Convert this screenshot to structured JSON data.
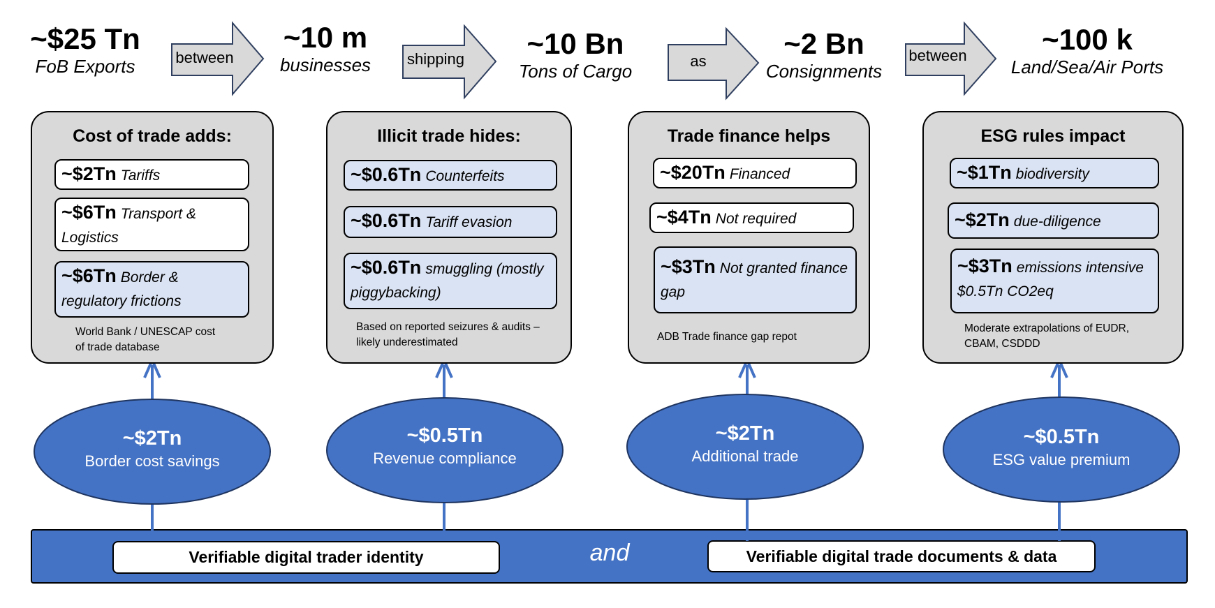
{
  "flow": [
    {
      "value": "~$25 Tn",
      "label": "FoB Exports"
    },
    {
      "value": "~10 m",
      "label": "businesses"
    },
    {
      "value": "~10 Bn",
      "label": "Tons of Cargo"
    },
    {
      "value": "~2 Bn",
      "label": "Consignments"
    },
    {
      "value": "~100 k",
      "label": "Land/Sea/Air Ports"
    }
  ],
  "connectors": [
    "between",
    "shipping",
    "as",
    "between"
  ],
  "panels": [
    {
      "title": "Cost of trade adds:",
      "items": [
        {
          "value": "~$2Tn",
          "text": "Tariffs"
        },
        {
          "value": "~$6Tn",
          "text": "Transport & Logistics"
        },
        {
          "value": "~$6Tn",
          "text": "Border & regulatory frictions"
        }
      ],
      "note": "World Bank / UNESCAP cost of trade database"
    },
    {
      "title": "Illicit trade hides:",
      "items": [
        {
          "value": "~$0.6Tn",
          "text": "Counterfeits"
        },
        {
          "value": "~$0.6Tn",
          "text": "Tariff evasion"
        },
        {
          "value": "~$0.6Tn",
          "text": "smuggling (mostly piggybacking)"
        }
      ],
      "note": "Based on reported seizures & audits – likely underestimated"
    },
    {
      "title": "Trade finance helps",
      "items": [
        {
          "value": "~$20Tn",
          "text": "Financed"
        },
        {
          "value": "~$4Tn",
          "text": "Not required"
        },
        {
          "value": "~$3Tn",
          "text": "Not granted finance gap"
        }
      ],
      "note": "ADB Trade finance gap repot"
    },
    {
      "title": "ESG rules impact",
      "items": [
        {
          "value": "~$1Tn",
          "text": "biodiversity"
        },
        {
          "value": "~$2Tn",
          "text": "due-diligence"
        },
        {
          "value": "~$3Tn",
          "text": "emissions intensive $0.5Tn CO2eq"
        }
      ],
      "note": "Moderate extrapolations of EUDR, CBAM, CSDDD"
    }
  ],
  "benefits": [
    {
      "value": "~$2Tn",
      "label": "Border cost savings"
    },
    {
      "value": "~$0.5Tn",
      "label": "Revenue compliance"
    },
    {
      "value": "~$2Tn",
      "label": "Additional trade"
    },
    {
      "value": "~$0.5Tn",
      "label": "ESG value premium"
    }
  ],
  "foundation": {
    "left": "Verifiable digital trader identity",
    "joiner": "and",
    "right": "Verifiable digital trade documents & data"
  },
  "colors": {
    "blue": "#4472c4",
    "panel": "#d9d9d9",
    "light_blue": "#dae3f3",
    "arrow_fill": "#d9d9d9",
    "arrow_stroke": "#2f3f5f"
  }
}
